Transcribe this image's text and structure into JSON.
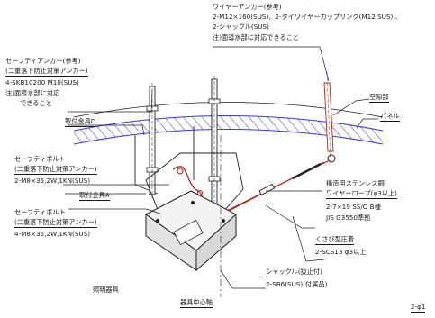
{
  "wire_anchor": {
    "title": "ワイヤーアンカー(参考)",
    "line1": "2-M12×160(SUS)、2-タイワイヤーカップリング(M12 SUS) 、",
    "line2": "2-シャックル(SUS)",
    "note": "注)面導水部に対応できること"
  },
  "safety_anchor": {
    "title": "セーフティアンカー(参考)",
    "subtitle": "(二重落下防止対策アンカー)",
    "spec": "4-SKB10200 M10(SUS)",
    "note1": "注)面導水部に対応",
    "note2": "できること"
  },
  "void_label": "空隙部",
  "panel_label": "パネル",
  "fitting_d": "取付金具D",
  "safety_bolt_upper": {
    "title": "セーフティボルト",
    "subtitle": "(二重落下防止対策アンカー)",
    "spec": "2-M8×35,2W,1KN(SUS)"
  },
  "fitting_a": "取付金具A",
  "safety_bolt_lower": {
    "title": "セーフティボルト",
    "subtitle": "(二重落下防止対策アンカー)",
    "spec": "4-M8×35,2W,1KN(SUS)"
  },
  "wire_rope": {
    "line1": "構造用ステンレス鋼",
    "line2": "ワイヤーロープ(φ3以上)",
    "line3": "2-7×19 SS/O B種",
    "line4": "JIS G3550準拠"
  },
  "wedge": {
    "title": "くさび型圧着",
    "spec": "2-SCS13 φ3以上"
  },
  "shackle": {
    "title": "シャックル(抜止付)",
    "spec": "2-SB6(SUS)(付属品)"
  },
  "fixture": "照明器具",
  "center_axis": "器具中心軸",
  "sheet_ref": "2-φ1",
  "colors": {
    "line": "#222222",
    "panel": "#3a3ad8",
    "wire": "#b02418",
    "label": "#1a1a1a"
  }
}
